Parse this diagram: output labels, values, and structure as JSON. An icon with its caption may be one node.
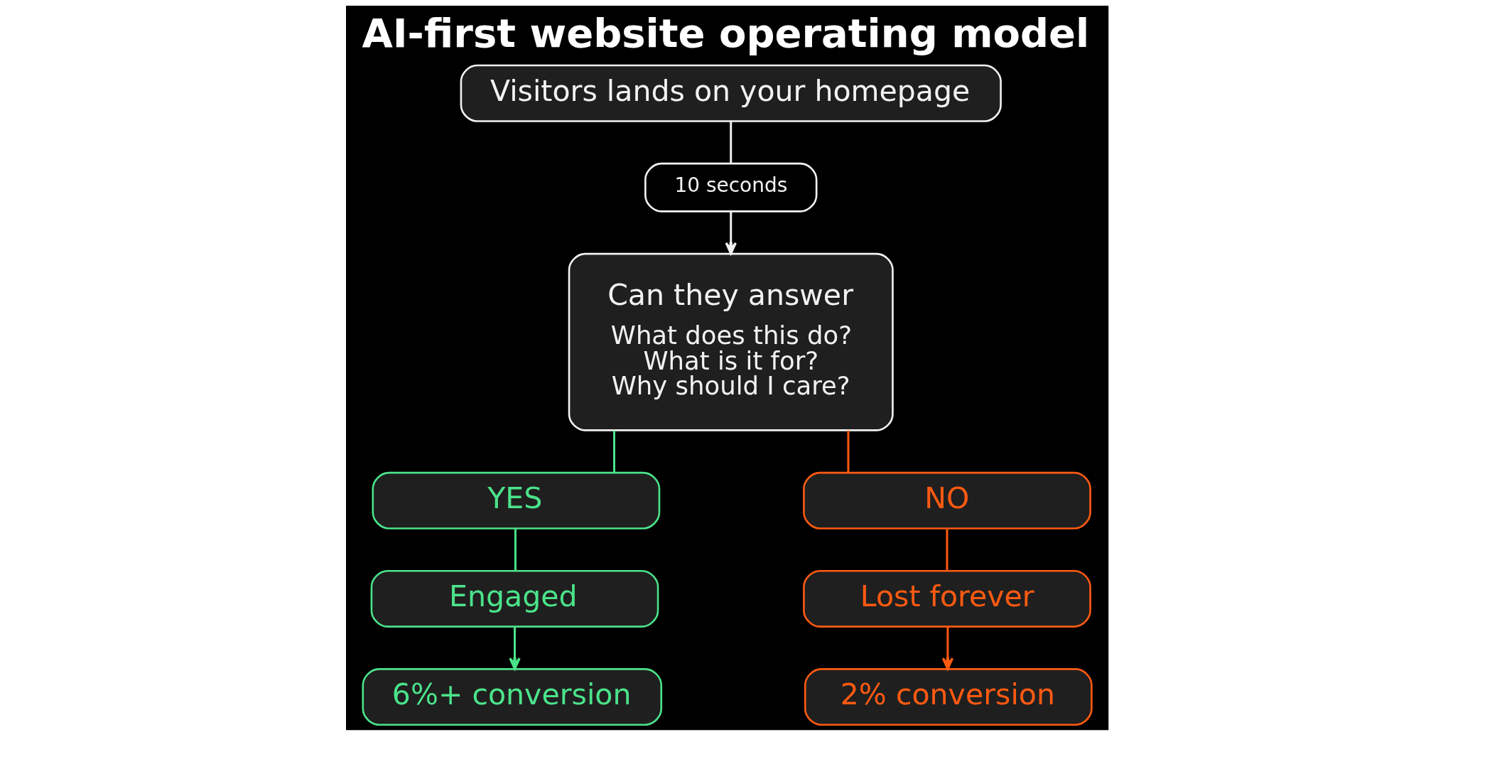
{
  "diagram": {
    "title": "AI-first website operating model",
    "nodes": [
      {
        "text": [
          "Visitors lands on your homepage"
        ]
      },
      {
        "text": [
          "10 seconds"
        ]
      },
      {
        "text": [
          "Can they answer",
          "What does this do?",
          "What is it for?",
          "Why should I care?"
        ]
      },
      {
        "text": [
          "YES"
        ]
      },
      {
        "text": [
          "Engaged"
        ]
      },
      {
        "text": [
          "6%+ conversion"
        ]
      },
      {
        "text": [
          "NO"
        ]
      },
      {
        "text": [
          "Lost forever"
        ]
      },
      {
        "text": [
          "2% conversion"
        ]
      }
    ],
    "edges": [
      {
        "from": 0,
        "to": 1,
        "arrow": "none",
        "color": "#f2f2f2"
      },
      {
        "from": 1,
        "to": 2,
        "arrow": "to",
        "color": "#f2f2f2"
      },
      {
        "from": 2,
        "to": 3,
        "arrow": "none",
        "color": "#4be38a"
      },
      {
        "from": 3,
        "to": 4,
        "arrow": "none",
        "color": "#4be38a"
      },
      {
        "from": 4,
        "to": 5,
        "arrow": "to",
        "color": "#4be38a"
      },
      {
        "from": 2,
        "to": 6,
        "arrow": "none",
        "color": "#ff5a12"
      },
      {
        "from": 6,
        "to": 7,
        "arrow": "none",
        "color": "#ff5a12"
      },
      {
        "from": 7,
        "to": 8,
        "arrow": "to",
        "color": "#ff5a12"
      }
    ]
  }
}
